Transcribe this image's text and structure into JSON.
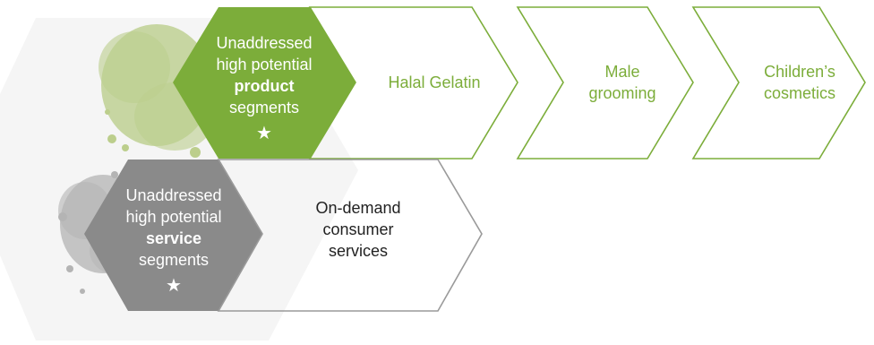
{
  "colors": {
    "green": "#7cad3a",
    "grey": "#8a8a8a",
    "outline_grey": "#9a9a9a",
    "text_dark": "#222222",
    "watercolor_green": "#a9c26a",
    "watercolor_grey": "#8a8a8a"
  },
  "icons": {
    "star": "star-icon"
  },
  "product_block": {
    "line1": "Unaddressed",
    "line2": "high potential",
    "bold_word": "product",
    "line4": "segments",
    "star_glyph": "★",
    "segments": [
      {
        "label": "Halal Gelatin"
      },
      {
        "line1": "Male",
        "line2": "grooming"
      },
      {
        "line1": "Children’s",
        "line2": "cosmetics"
      }
    ]
  },
  "service_block": {
    "line1": "Unaddressed",
    "line2": "high potential",
    "bold_word": "service",
    "line4": "segments",
    "star_glyph": "★",
    "segments": [
      {
        "line1": "On-demand",
        "line2": "consumer",
        "line3": "services"
      }
    ]
  }
}
